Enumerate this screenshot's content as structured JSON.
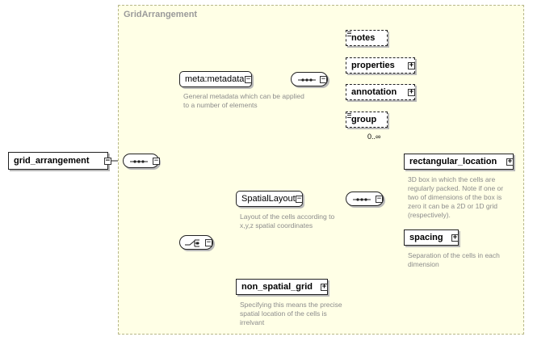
{
  "group": {
    "title": "GridArrangement"
  },
  "root": {
    "label": "grid_arrangement"
  },
  "metadata": {
    "label": "meta:metadata",
    "note": "General metadata which can be applied to a number of elements"
  },
  "meta_children": [
    {
      "label": "notes",
      "expandable": false
    },
    {
      "label": "properties",
      "expandable": true
    },
    {
      "label": "annotation",
      "expandable": true
    },
    {
      "label": "group",
      "expandable": false
    }
  ],
  "occurs": "0..∞",
  "spatial_layout": {
    "label": "SpatialLayout",
    "note": "Layout of the cells according to x,y,z spatial coordinates"
  },
  "rect_loc": {
    "label": "rectangular_location",
    "note": "3D box in which the cells are regularly packed. Note if one or two of dimensions of the box is zero it can be a 2D or 1D grid (respectively)."
  },
  "spacing": {
    "label": "spacing",
    "note": "Separation of the cells in each dimension"
  },
  "non_spatial": {
    "label": "non_spatial_grid",
    "note": "Specifying this means the precise spatial location of the cells is irrelvant"
  },
  "icons": {
    "expand": "+",
    "collapse": "−"
  },
  "colors": {
    "group_bg": "#ffffe6",
    "group_border": "#b8b88a",
    "note_text": "#8c8c8c"
  }
}
